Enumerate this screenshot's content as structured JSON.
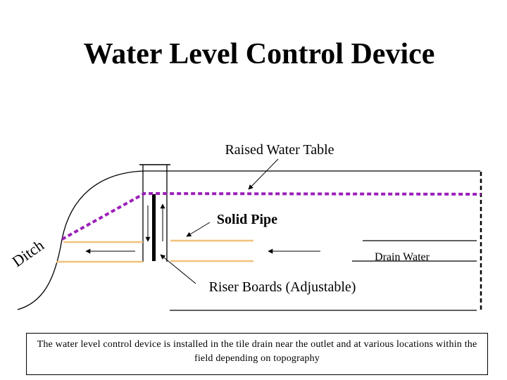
{
  "title": "Water Level Control Device",
  "labels": {
    "raised_water_table": "Raised Water Table",
    "solid_pipe": "Solid Pipe",
    "ditch": "Ditch",
    "drain_water": "Drain Water",
    "riser_boards": "Riser Boards (Adjustable)"
  },
  "caption": "The water level control device is installed in the tile drain near the outlet and at various locations within the field depending on topography",
  "colors": {
    "water_table": "#9b1fb8",
    "drain_tile": "#f0c27a",
    "line": "#000000"
  }
}
